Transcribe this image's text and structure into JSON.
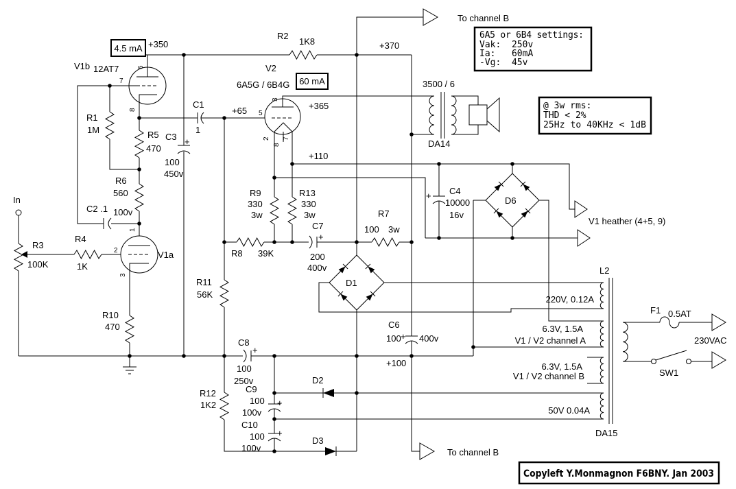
{
  "diagram": {
    "meters": {
      "ib": "4.5 mA",
      "ia": "60 mA"
    },
    "voltages": {
      "v350": "+350",
      "v370": "+370",
      "v365": "+365",
      "v65": "+65",
      "v110": "+110",
      "v100": "+100"
    },
    "input": {
      "label": "In"
    },
    "tubes": {
      "v1b": {
        "name": "V1b",
        "type": "12AT7",
        "pin_plate": "6",
        "pin_grid": "7",
        "pin_cathode": "8"
      },
      "v1a": {
        "name": "V1a",
        "pin_plate": "1",
        "pin_grid": "2",
        "pin_cathode": "3"
      },
      "v2": {
        "name": "V2",
        "type": "6A5G / 6B4G",
        "pin_plate": "3",
        "pin_grid": "5",
        "pin_f1": "2",
        "pin_f2": "8",
        "pin_f3": "7"
      }
    },
    "resistors": {
      "r1": {
        "name": "R1",
        "value": "1M"
      },
      "r2": {
        "name": "R2",
        "value": "1K8"
      },
      "r3": {
        "name": "R3",
        "value": "100K"
      },
      "r4": {
        "name": "R4",
        "value": "1K"
      },
      "r5": {
        "name": "R5",
        "value": "470"
      },
      "r6": {
        "name": "R6",
        "value": "560"
      },
      "r7": {
        "name": "R7",
        "value": "100",
        "power": "3w"
      },
      "r8": {
        "name": "R8",
        "value": "39K"
      },
      "r9": {
        "name": "R9",
        "value": "330",
        "power": "3w"
      },
      "r10": {
        "name": "R10",
        "value": "470"
      },
      "r11": {
        "name": "R11",
        "value": "56K"
      },
      "r12": {
        "name": "R12",
        "value": "1K2"
      },
      "r13": {
        "name": "R13",
        "value": "330",
        "power": "3w"
      }
    },
    "capacitors": {
      "c1": {
        "name": "C1",
        "value": "1"
      },
      "c2": {
        "name": "C2 .1",
        "rating": "100v"
      },
      "c3": {
        "name": "C3",
        "value": "100",
        "rating": "450v"
      },
      "c4": {
        "name": "C4",
        "value": "10000",
        "rating": "16v"
      },
      "c6": {
        "name": "C6",
        "value": "100",
        "rating": "400v"
      },
      "c7": {
        "name": "C7",
        "value": "200",
        "rating": "400v"
      },
      "c8": {
        "name": "C8",
        "value": "100",
        "rating": "250v"
      },
      "c9": {
        "name": "C9",
        "value": "100",
        "rating": "100v"
      },
      "c10": {
        "name": "C10",
        "value": "100",
        "rating": "100v"
      },
      "plus": "+"
    },
    "diodes": {
      "d1": "D1",
      "d2": "D2",
      "d3": "D3",
      "d6": "D6"
    },
    "output_transformer": {
      "ratio": "3500 / 6",
      "model": "DA14"
    },
    "power_transformer": {
      "name": "L2",
      "model": "DA15",
      "w220": "220V, 0.12A",
      "w63a": "6.3V, 1.5A",
      "w63a2": "V1 / V2 channel A",
      "w63b": "6.3V, 1.5A",
      "w63b2": "V1 / V2 channel B",
      "w50": "50V 0.04A"
    },
    "mains": {
      "fuse_name": "F1",
      "fuse_value": "0.5AT",
      "voltage": "230VAC",
      "switch": "SW1"
    },
    "arrows": {
      "to_channel_b": "To channel B",
      "heater": "V1 heather (4+5, 9)"
    },
    "settings_box": {
      "line1": "6A5 or 6B4 settings:",
      "line2": "Vak:  250v",
      "line3": "Ia:   60mA",
      "line4": "-Vg:  45v"
    },
    "specs_box": {
      "line1": "@ 3w rms:",
      "line2": "THD < 2%",
      "line3": "25Hz to 40KHz < 1dB"
    },
    "copyright": "Copyleft Y.Monmagnon F6BNY. Jan 2003"
  }
}
